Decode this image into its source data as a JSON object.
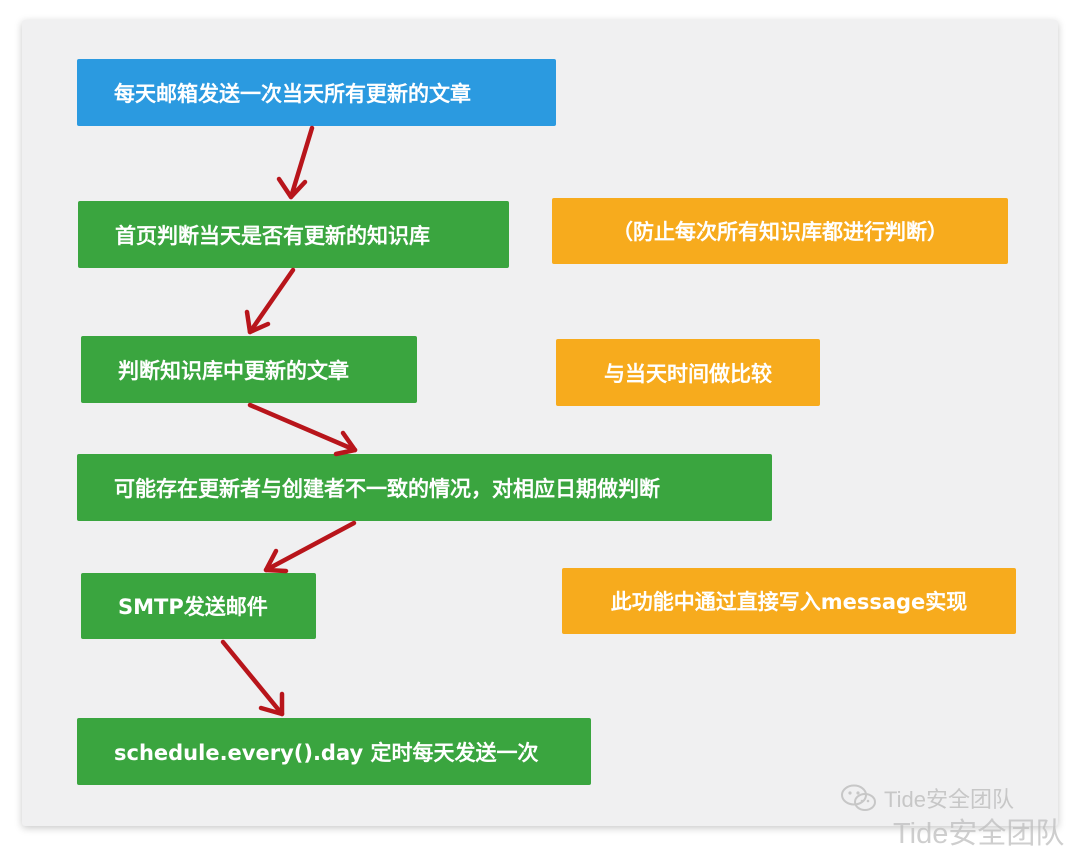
{
  "flow": {
    "step1": "每天邮箱发送一次当天所有更新的文章",
    "step2": "首页判断当天是否有更新的知识库",
    "step3": "判断知识库中更新的文章",
    "step4": "可能存在更新者与创建者不一致的情况，对相应日期做判断",
    "step5": "SMTP发送邮件",
    "step6": "schedule.every().day 定时每天发送一次"
  },
  "notes": {
    "note1": "（防止每次所有知识库都进行判断）",
    "note2": "与当天时间做比较",
    "note3": "此功能中通过直接写入message实现"
  },
  "watermark": {
    "line1": "Tide安全团队",
    "line2": "Tide安全团队",
    "icon": "wechat-icon"
  },
  "colors": {
    "blue": "#2b9ae0",
    "green": "#3aa53f",
    "orange": "#f7ab1d",
    "arrow": "#b8151b"
  }
}
